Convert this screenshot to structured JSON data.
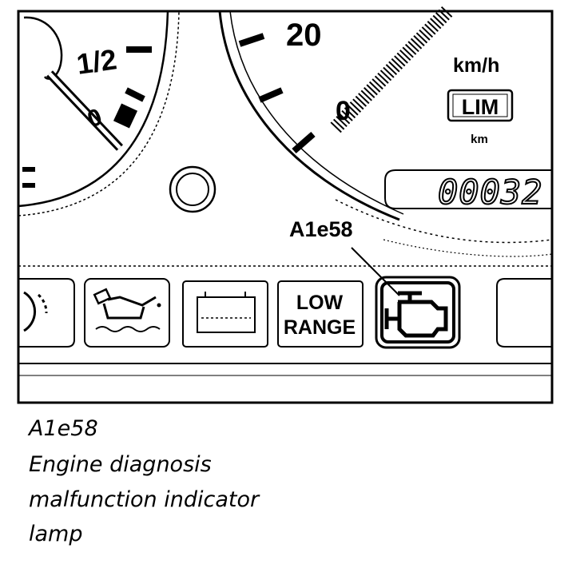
{
  "panel": {
    "fuel_gauge": {
      "half_mark_label": "1/2",
      "zero_label": "0"
    },
    "speedometer": {
      "scale_label_20": "20",
      "scale_label_0": "0",
      "unit": "km/h"
    },
    "limiter_indicator": "LIM",
    "odometer": {
      "unit": "km",
      "reading": "00032"
    },
    "callout_label": "A1e58",
    "warning_lamps": [
      {
        "name": "partial-lamp-left",
        "icon": "circle-arc-icon"
      },
      {
        "name": "oil-pressure",
        "icon": "oil-can-icon"
      },
      {
        "name": "battery-charge",
        "icon": "battery-icon"
      },
      {
        "name": "low-range",
        "label_line1": "LOW",
        "label_line2": "RANGE"
      },
      {
        "name": "engine-malfunction",
        "icon": "engine-icon",
        "highlighted": true
      },
      {
        "name": "partial-lamp-right",
        "icon": "blank"
      }
    ]
  },
  "caption": {
    "code": "A1e58",
    "line1": "Engine diagnosis",
    "line2": "malfunction indicator",
    "line3": "lamp"
  },
  "colors": {
    "ink": "#000000",
    "paper": "#ffffff"
  }
}
